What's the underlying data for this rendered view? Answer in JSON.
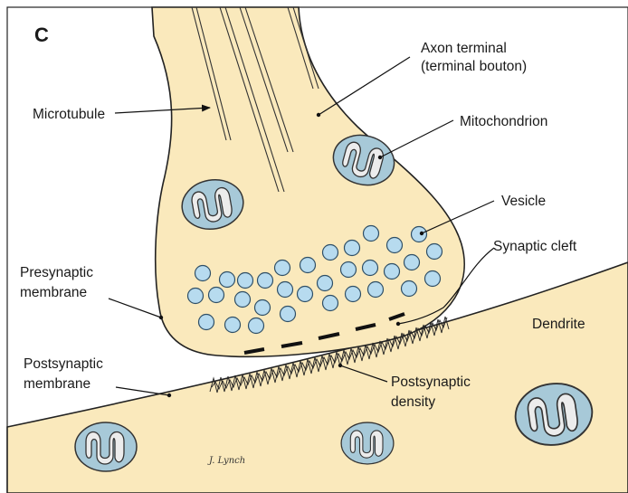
{
  "figure": {
    "panel_label": "C",
    "signature": "J. Lynch",
    "labels": {
      "axon_terminal_line1": "Axon terminal",
      "axon_terminal_line2": "(terminal bouton)",
      "microtubule": "Microtubule",
      "mitochondrion": "Mitochondrion",
      "vesicle": "Vesicle",
      "synaptic_cleft": "Synaptic cleft",
      "presynaptic_line1": "Presynaptic",
      "presynaptic_line2": "membrane",
      "dendrite": "Dendrite",
      "postsynaptic_membrane_line1": "Postsynaptic",
      "postsynaptic_membrane_line2": "membrane",
      "postsynaptic_density_line1": "Postsynaptic",
      "postsynaptic_density_line2": "density"
    },
    "colors": {
      "cytoplasm": "#fae9bc",
      "mitochondrion": "#a7c9d8",
      "cristae": "#ececec",
      "vesicle": "#b7dbef",
      "outline": "#222222"
    }
  }
}
